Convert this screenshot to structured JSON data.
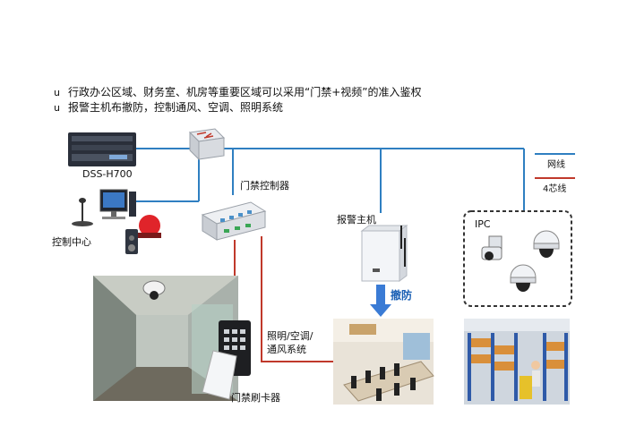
{
  "bullets": [
    {
      "marker": "u",
      "text": "行政办公区域、财务室、机房等重要区域可以采用“门禁+视频”的准入鉴权"
    },
    {
      "marker": "u",
      "text": "报警主机布撤防，控制通风、空调、照明系统"
    }
  ],
  "labels": {
    "dss": "DSS-H700",
    "control_center": "控制中心",
    "door_controller": "门禁控制器",
    "alarm_host": "报警主机",
    "disarm": "撤防",
    "ipc": "IPC",
    "hvac_line1": "照明/空调/",
    "hvac_line2": "通风系统",
    "card_reader": "门禁刷卡器"
  },
  "legend": [
    {
      "label": "网线",
      "color": "#2f7fc1"
    },
    {
      "label": "4芯线",
      "color": "#c0392b"
    }
  ],
  "colors": {
    "network": "#2f7fc1",
    "four_core": "#c0392b",
    "arrow": "#3a7bd5"
  }
}
